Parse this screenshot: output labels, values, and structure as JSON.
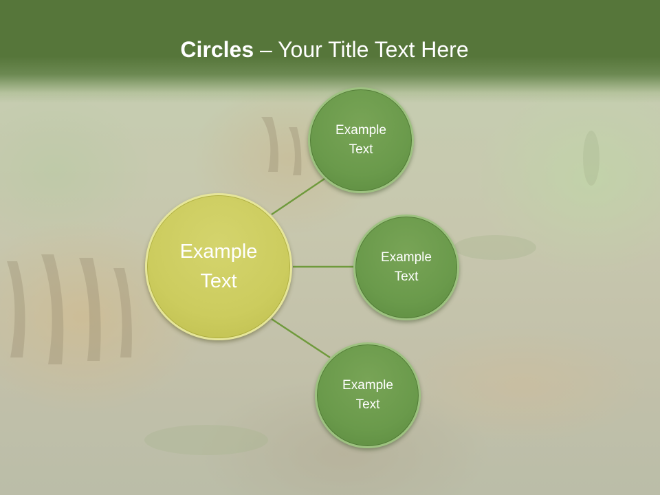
{
  "title": {
    "bold": "Circles",
    "rest": " – Your Title Text Here"
  },
  "center": {
    "line1": "Example",
    "line2": "Text"
  },
  "nodes": [
    {
      "line1": "Example",
      "line2": "Text"
    },
    {
      "line1": "Example",
      "line2": "Text"
    },
    {
      "line1": "Example",
      "line2": "Text"
    }
  ],
  "colors": {
    "title_bar": "#56763a",
    "node_fill": "#6a9a4b",
    "center_fill": "#cccc5e",
    "connector": "#6f9a3c"
  }
}
